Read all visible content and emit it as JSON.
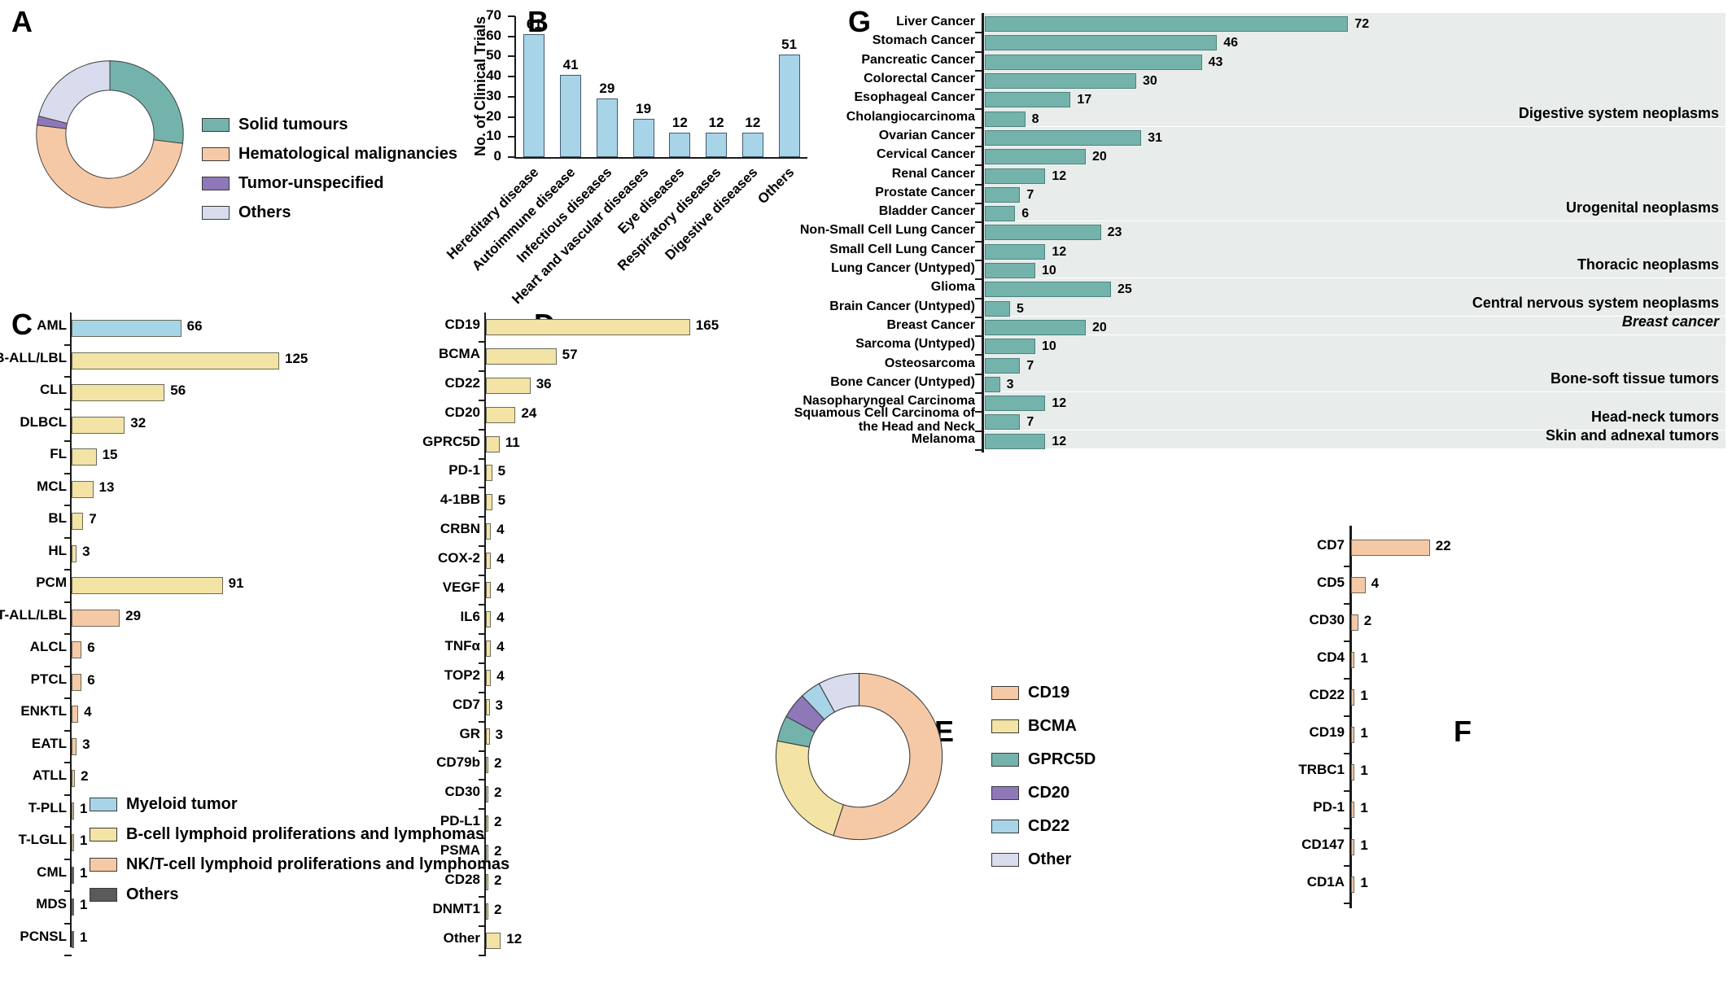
{
  "panels": {
    "A": {
      "letter": "A"
    },
    "B": {
      "letter": "B"
    },
    "C": {
      "letter": "C"
    },
    "D": {
      "letter": "D"
    },
    "E": {
      "letter": "E"
    },
    "F": {
      "letter": "F"
    },
    "G": {
      "letter": "G"
    }
  },
  "colors": {
    "teal": "#74b3ac",
    "peach": "#f6c9a6",
    "purple": "#8f78b8",
    "lavender": "#d9dced",
    "blue": "#a8d4e8",
    "yellow": "#f3e3a5",
    "gray": "#5a5a5a",
    "band": "#e8edec"
  },
  "chart_data": [
    {
      "id": "A",
      "type": "pie",
      "title": "",
      "legend_position": "right",
      "labels": [
        "Solid tumours",
        "Hematological malignancies",
        "Tumor-unspecified",
        "Others"
      ],
      "colors": [
        "#74b3ac",
        "#f6c9a6",
        "#8f78b8",
        "#d9dced"
      ],
      "values": [
        27,
        50,
        2,
        21
      ],
      "unit": "percent"
    },
    {
      "id": "B",
      "type": "bar",
      "title": "",
      "ylabel": "No. of Clinical Trials",
      "xlabel": "",
      "ylim": [
        0,
        70
      ],
      "yticks": [
        0,
        10,
        20,
        30,
        40,
        50,
        60,
        70
      ],
      "grid": false,
      "categories": [
        "Hereditary disease",
        "Autoimmune disease",
        "Infectious diseases",
        "Heart and vascular diseases",
        "Eye diseases",
        "Respiratory diseases",
        "Digestive diseases",
        "Others"
      ],
      "values": [
        61,
        41,
        29,
        19,
        12,
        12,
        12,
        51
      ],
      "bar_color": "#a8d4e8"
    },
    {
      "id": "C",
      "type": "bar",
      "orientation": "horizontal",
      "title": "",
      "xlim": [
        0,
        130
      ],
      "categories": [
        "AML",
        "B-ALL/LBL",
        "CLL",
        "DLBCL",
        "FL",
        "MCL",
        "BL",
        "HL",
        "PCM",
        "T-ALL/LBL",
        "ALCL",
        "PTCL",
        "ENKTL",
        "EATL",
        "ATLL",
        "T-PLL",
        "T-LGLL",
        "CML",
        "MDS",
        "PCNSL"
      ],
      "values": [
        66,
        125,
        56,
        32,
        15,
        13,
        7,
        3,
        91,
        29,
        6,
        6,
        4,
        3,
        2,
        1,
        1,
        1,
        1,
        1
      ],
      "group_of_bar": [
        "myeloid",
        "bcell",
        "bcell",
        "bcell",
        "bcell",
        "bcell",
        "bcell",
        "bcell",
        "bcell",
        "nkt",
        "nkt",
        "nkt",
        "nkt",
        "nkt",
        "nkt",
        "nkt",
        "nkt",
        "other",
        "other",
        "other"
      ],
      "legend": [
        {
          "label": "Myeloid tumor",
          "color": "#a8d4e8",
          "key": "myeloid"
        },
        {
          "label": "B-cell lymphoid proliferations and lymphomas",
          "color": "#f3e3a5",
          "key": "bcell"
        },
        {
          "label": "NK/T-cell lymphoid proliferations and lymphomas",
          "color": "#f6c9a6",
          "key": "nkt"
        },
        {
          "label": "Others",
          "color": "#5a5a5a",
          "key": "other"
        }
      ]
    },
    {
      "id": "D",
      "type": "bar",
      "orientation": "horizontal",
      "title": "",
      "xlim": [
        0,
        170
      ],
      "categories": [
        "CD19",
        "BCMA",
        "CD22",
        "CD20",
        "GPRC5D",
        "PD-1",
        "4-1BB",
        "CRBN",
        "COX-2",
        "VEGF",
        "IL6",
        "TNFα",
        "TOP2",
        "CD7",
        "GR",
        "CD79b",
        "CD30",
        "PD-L1",
        "PSMA",
        "CD28",
        "DNMT1",
        "Other"
      ],
      "values": [
        165,
        57,
        36,
        24,
        11,
        5,
        5,
        4,
        4,
        4,
        4,
        4,
        4,
        3,
        3,
        2,
        2,
        2,
        2,
        2,
        2,
        12
      ],
      "bar_color": "#f3e3a5"
    },
    {
      "id": "E",
      "type": "pie",
      "title": "",
      "legend_position": "right",
      "labels": [
        "CD19",
        "BCMA",
        "GPRC5D",
        "CD20",
        "CD22",
        "Other"
      ],
      "colors": [
        "#f6c9a6",
        "#f3e3a5",
        "#74b3ac",
        "#8f78b8",
        "#a8d4e8",
        "#d9dced"
      ],
      "values": [
        55,
        23,
        5,
        5,
        4,
        8
      ],
      "unit": "percent"
    },
    {
      "id": "F",
      "type": "bar",
      "orientation": "horizontal",
      "title": "",
      "xlim": [
        0,
        24
      ],
      "categories": [
        "CD7",
        "CD5",
        "CD30",
        "CD4",
        "CD22",
        "CD19",
        "TRBC1",
        "PD-1",
        "CD147",
        "CD1A"
      ],
      "values": [
        22,
        4,
        2,
        1,
        1,
        1,
        1,
        1,
        1,
        1
      ],
      "bar_color": "#f6c9a6"
    },
    {
      "id": "G",
      "type": "bar",
      "orientation": "horizontal",
      "title": "",
      "xlim": [
        0,
        80
      ],
      "bar_color": "#74b3ac",
      "categories": [
        "Liver Cancer",
        "Stomach Cancer",
        "Pancreatic Cancer",
        "Colorectal Cancer",
        "Esophageal Cancer",
        "Cholangiocarcinoma",
        "Ovarian Cancer",
        "Cervical Cancer",
        "Renal Cancer",
        "Prostate Cancer",
        "Bladder Cancer",
        "Non-Small Cell Lung Cancer",
        "Small Cell Lung Cancer",
        "Lung Cancer (Untyped)",
        "Glioma",
        "Brain Cancer (Untyped)",
        "Breast Cancer",
        "Sarcoma (Untyped)",
        "Osteosarcoma",
        "Bone Cancer (Untyped)",
        "Nasopharyngeal Carcinoma",
        "Squamous Cell Carcinoma of the Head and Neck",
        "Melanoma"
      ],
      "values": [
        72,
        46,
        43,
        30,
        17,
        8,
        31,
        20,
        12,
        7,
        6,
        23,
        12,
        10,
        25,
        5,
        20,
        10,
        7,
        3,
        12,
        7,
        12
      ],
      "groups": [
        {
          "label": "Digestive system neoplasms",
          "start": 0,
          "count": 6,
          "italic": false
        },
        {
          "label": "Urogenital neoplasms",
          "start": 6,
          "count": 5,
          "italic": false
        },
        {
          "label": "Thoracic neoplasms",
          "start": 11,
          "count": 3,
          "italic": false
        },
        {
          "label": "Central nervous system neoplasms",
          "start": 14,
          "count": 2,
          "italic": false
        },
        {
          "label": "Breast cancer",
          "start": 16,
          "count": 1,
          "italic": true
        },
        {
          "label": "Bone-soft tissue tumors",
          "start": 17,
          "count": 3,
          "italic": false
        },
        {
          "label": "Head-neck tumors",
          "start": 20,
          "count": 2,
          "italic": false
        },
        {
          "label": "Skin and adnexal tumors",
          "start": 22,
          "count": 1,
          "italic": false
        }
      ]
    }
  ]
}
